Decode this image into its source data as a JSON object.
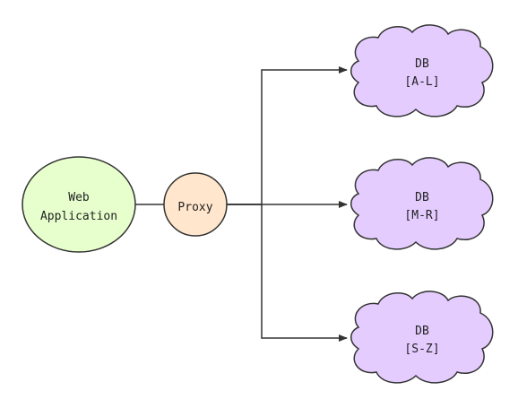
{
  "nodes": {
    "web_app": {
      "lines": [
        "Web",
        "Application"
      ],
      "fill": "#e6ffcc",
      "stroke": "#333333"
    },
    "proxy": {
      "label": "Proxy",
      "fill": "#ffe6cc",
      "stroke": "#333333"
    },
    "db_a_l": {
      "lines": [
        "DB",
        "[A-L]"
      ],
      "fill": "#e5ccff",
      "stroke": "#333333"
    },
    "db_m_r": {
      "lines": [
        "DB",
        "[M-R]"
      ],
      "fill": "#e5ccff",
      "stroke": "#333333"
    },
    "db_s_z": {
      "lines": [
        "DB",
        "[S-Z]"
      ],
      "fill": "#e5ccff",
      "stroke": "#333333"
    }
  },
  "edges": [
    {
      "from": "web_app",
      "to": "proxy",
      "arrow": false
    },
    {
      "from": "proxy",
      "to": "db_a_l",
      "arrow": true
    },
    {
      "from": "proxy",
      "to": "db_m_r",
      "arrow": true
    },
    {
      "from": "proxy",
      "to": "db_s_z",
      "arrow": true
    }
  ],
  "colors": {
    "line": "#333333"
  }
}
